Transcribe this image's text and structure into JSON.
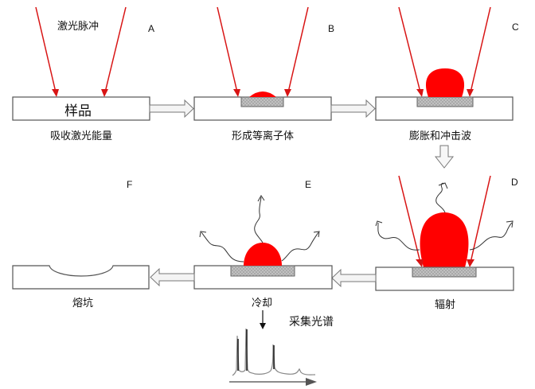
{
  "title": "激光诱导等离子体过程示意图",
  "colors": {
    "laser": "#d81414",
    "plasma": "#ff0000",
    "target": "#b8b8b8",
    "outline": "#555555"
  },
  "panels": {
    "A": {
      "letter": "A",
      "top_label": "激光脉冲",
      "sample_text": "样品",
      "caption": "吸收激光能量"
    },
    "B": {
      "letter": "B",
      "caption": "形成等离子体"
    },
    "C": {
      "letter": "C",
      "caption": "膨胀和冲击波"
    },
    "D": {
      "letter": "D",
      "caption": "辐射"
    },
    "E": {
      "letter": "E",
      "caption": "冷却"
    },
    "F": {
      "letter": "F",
      "caption": "熔坑"
    }
  },
  "spectrum": {
    "label": "采集光谱"
  }
}
